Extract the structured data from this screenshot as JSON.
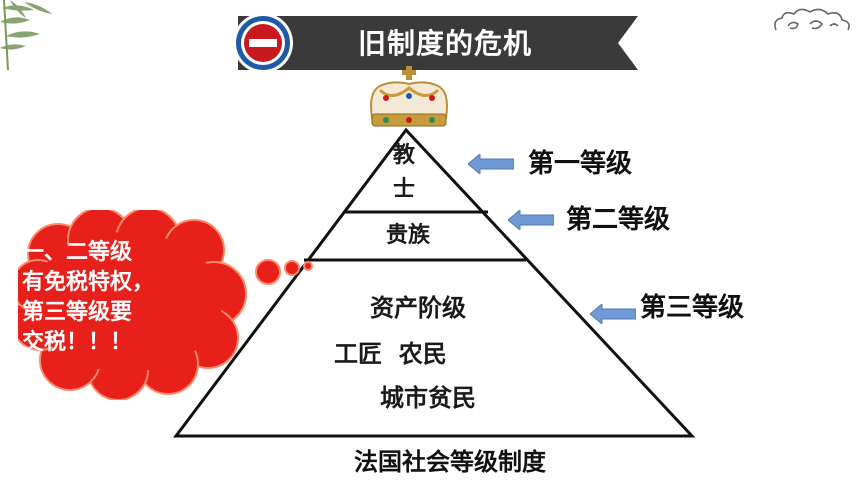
{
  "banner": {
    "title": "旧制度的危机"
  },
  "pyramid": {
    "tiers": {
      "clergy_line1": "教",
      "clergy_line2": "士",
      "nobility": "贵族",
      "bourgeoisie": "资产阶级",
      "artisans_peasants": "工匠  农民",
      "urban_poor": "城市贫民"
    },
    "levels": {
      "first": "第一等级",
      "second": "第二等级",
      "third": "第三等级"
    },
    "caption": "法国社会等级制度"
  },
  "note": {
    "lines": [
      "一、二等级",
      "有免税特权，",
      "第三等级要",
      "交税！！！"
    ]
  },
  "colors": {
    "banner": "#3a3a3a",
    "badge_red": "#c8191f",
    "badge_ring": "#1f5aa8",
    "bubble_red": "#e8201c",
    "arrow_blue": "#6f9ad6"
  }
}
